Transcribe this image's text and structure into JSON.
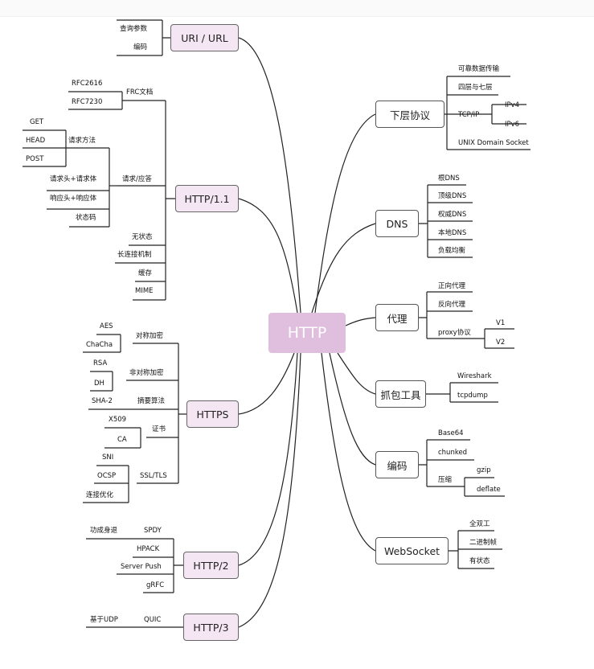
{
  "root": "HTTP",
  "left": [
    {
      "label": "URI /  URL",
      "children": [
        "查询参数",
        "编码"
      ]
    },
    {
      "label": "HTTP/1.1",
      "frc": {
        "label": "FRC文档",
        "children": [
          "RFC2616",
          "RFC7230"
        ]
      },
      "req": {
        "label": "请求/应答",
        "method": {
          "label": "请求方法",
          "children": [
            "GET",
            "HEAD",
            "POST"
          ]
        },
        "children": [
          "请求头+请求体",
          "响应头+响应体",
          "状态码"
        ]
      },
      "others": [
        "无状态",
        "长连接机制",
        "缓存",
        "MIME"
      ]
    },
    {
      "label": "HTTPS",
      "sym": {
        "label": "对称加密",
        "children": [
          "AES",
          "ChaCha"
        ]
      },
      "asym": {
        "label": "非对称加密",
        "children": [
          "RSA",
          "DH"
        ]
      },
      "digest": {
        "label": "摘要算法",
        "children": [
          "SHA-2"
        ]
      },
      "cert": {
        "label": "证书",
        "children": [
          "X509",
          "CA"
        ]
      },
      "ssl": {
        "label": "SSL/TLS",
        "children": [
          "SNI",
          "OCSP",
          "连接优化"
        ]
      }
    },
    {
      "label": "HTTP/2",
      "spdy": {
        "label": "SPDY",
        "children": [
          "功成身退"
        ]
      },
      "children": [
        "HPACK",
        "Server Push",
        "gRFC"
      ]
    },
    {
      "label": "HTTP/3",
      "quic": {
        "label": "QUIC",
        "children": [
          "基于UDP"
        ]
      }
    }
  ],
  "right": [
    {
      "label": "下层协议",
      "children": [
        "可靠数据传输",
        "四层与七层"
      ],
      "tcpip": {
        "label": "TCP/IP",
        "children": [
          "IPv4",
          "IPv6"
        ]
      },
      "tail": "UNIX Domain Socket"
    },
    {
      "label": "DNS",
      "children": [
        "根DNS",
        "顶级DNS",
        "权威DNS",
        "本地DNS",
        "负载均衡"
      ]
    },
    {
      "label": "代理",
      "children": [
        "正向代理",
        "反向代理"
      ],
      "proxy": {
        "label": "proxy协议",
        "children": [
          "V1",
          "V2"
        ]
      }
    },
    {
      "label": "抓包工具",
      "children": [
        "Wireshark",
        "tcpdump"
      ]
    },
    {
      "label": "编码",
      "children": [
        "Base64",
        "chunked"
      ],
      "comp": {
        "label": "压缩",
        "children": [
          "gzip",
          "deflate"
        ]
      }
    },
    {
      "label": "WebSocket",
      "children": [
        "全双工",
        "二进制帧",
        "有状态"
      ]
    }
  ],
  "colors": {
    "root_fill": "#e0bedd",
    "branch_fill": "#f5e6f3",
    "line": "#222222"
  }
}
